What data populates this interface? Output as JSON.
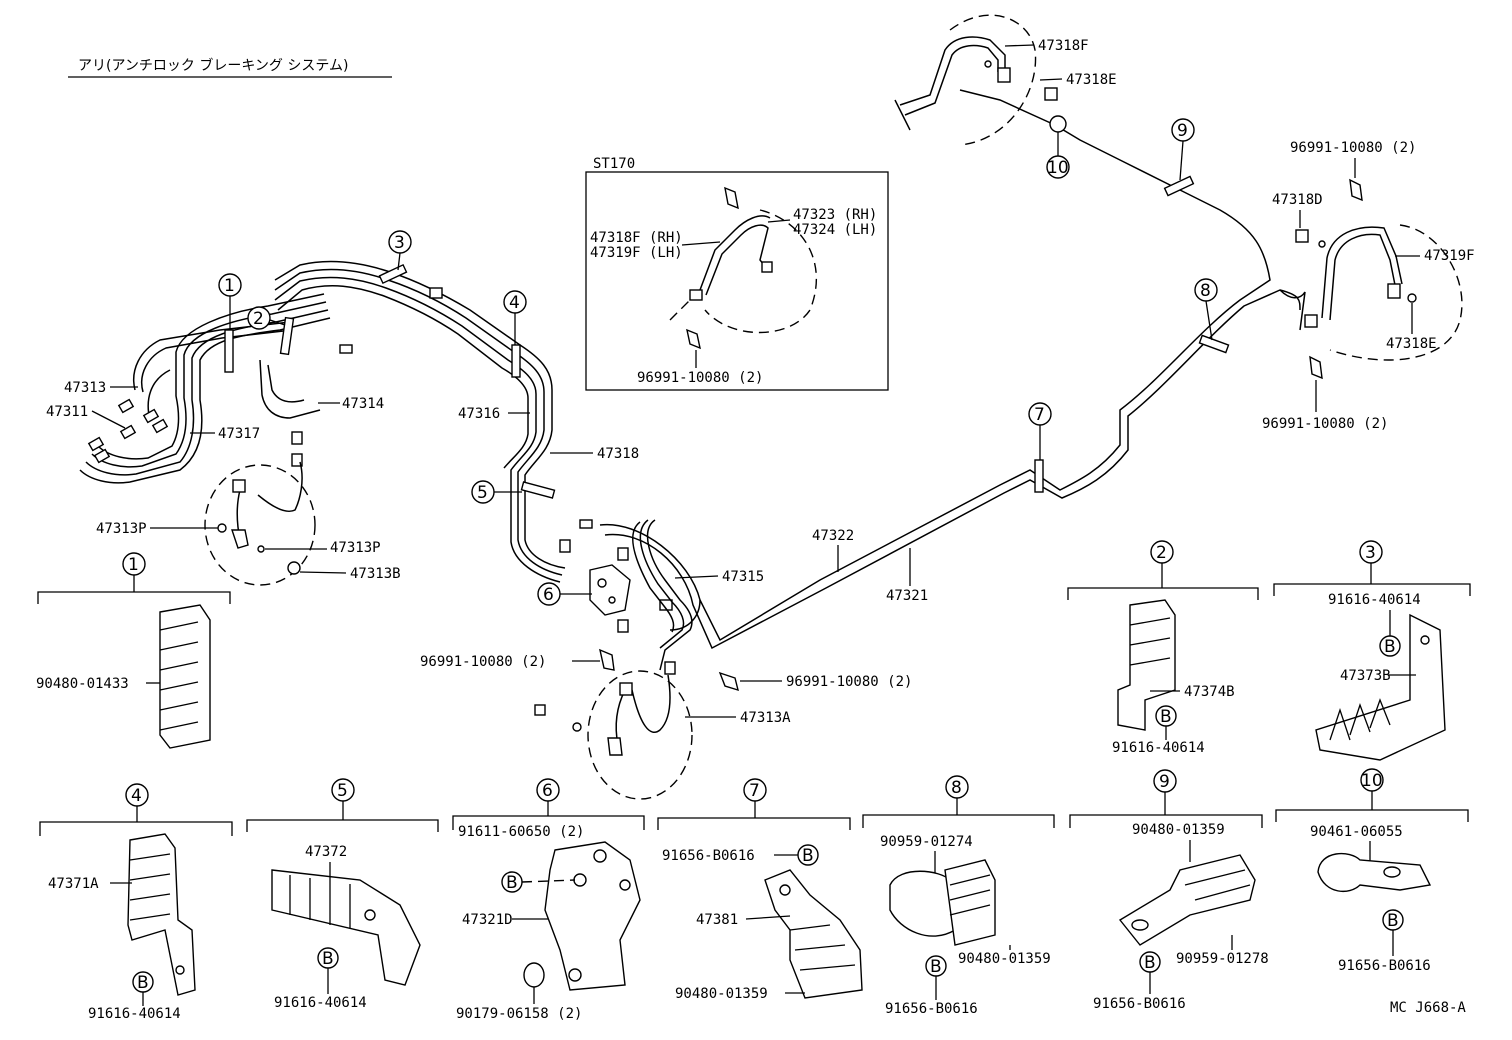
{
  "title": "アリ(アンチロック ブレーキング システム)",
  "st170_label": "ST170",
  "ref_code": "MC J668-A",
  "bolt_symbol": "B",
  "parts": {
    "p47313": "47313",
    "p47311": "47311",
    "p47317": "47317",
    "p47314": "47314",
    "p47313P_a": "47313P",
    "p47313P_b": "47313P",
    "p47313B": "47313B",
    "p47316": "47316",
    "p47318": "47318",
    "p47315": "47315",
    "p47322": "47322",
    "p47321": "47321",
    "p96991_l": "96991-10080 (2)",
    "p96991_r": "96991-10080 (2)",
    "p47313A": "47313A",
    "p47318F_top": "47318F",
    "p47318E_top": "47318E",
    "p96991_tr": "96991-10080 (2)",
    "p47318D": "47318D",
    "p47319F": "47319F",
    "p47318E_r": "47318E",
    "p96991_br": "96991-10080 (2)",
    "st_47323": "47323 (RH)",
    "st_47324": "47324 (LH)",
    "st_47318F": "47318F (RH)",
    "st_47319F": "47319F (LH)",
    "st_96991": "96991-10080 (2)",
    "c1_clamp": "90480-01433",
    "c2_part": "47374B",
    "c2_bolt": "91616-40614",
    "c3_bolt": "91616-40614",
    "c3_part": "47373B",
    "c4_part": "47371A",
    "c4_bolt": "91616-40614",
    "c5_part": "47372",
    "c5_bolt": "91616-40614",
    "c6_bolt": "91611-60650 (2)",
    "c6_part": "47321D",
    "c6_nut": "90179-06158 (2)",
    "c7_bolt": "91656-B0616",
    "c7_part": "47381",
    "c7_clamp": "90480-01359",
    "c8_part": "90959-01274",
    "c8_clamp": "90480-01359",
    "c8_bolt": "91656-B0616",
    "c9_clamp": "90480-01359",
    "c9_part": "90959-01278",
    "c9_bolt": "91656-B0616",
    "c10_part": "90461-06055",
    "c10_bolt": "91656-B0616"
  },
  "callouts": {
    "c1": "1",
    "c2": "2",
    "c3": "3",
    "c4": "4",
    "c5": "5",
    "c6": "6",
    "c7": "7",
    "c8": "8",
    "c9": "9",
    "c10": "10"
  }
}
